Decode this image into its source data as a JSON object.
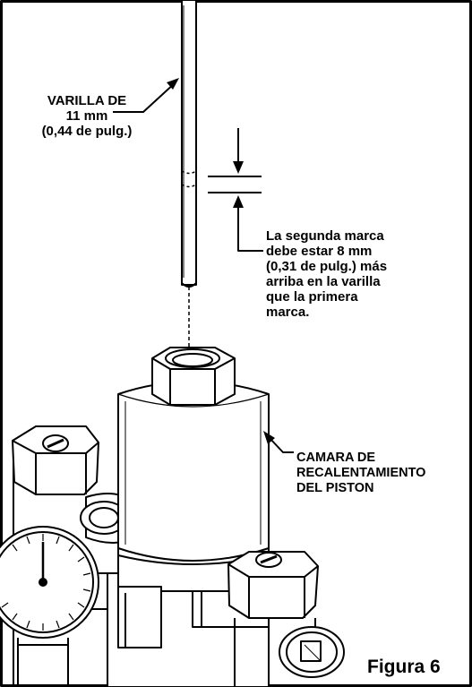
{
  "labels": {
    "rod": "VARILLA DE\n11 mm\n(0,44 de pulg.)",
    "note": "La segunda marca\ndebe estar 8 mm\n(0,31 de pulg.) más\narriba en la varilla\nque la primera\nmarca.",
    "chamber": "CAMARA DE\nRECALENTAMIENTO\nDEL PISTON",
    "figure": "Figura 6"
  }
}
